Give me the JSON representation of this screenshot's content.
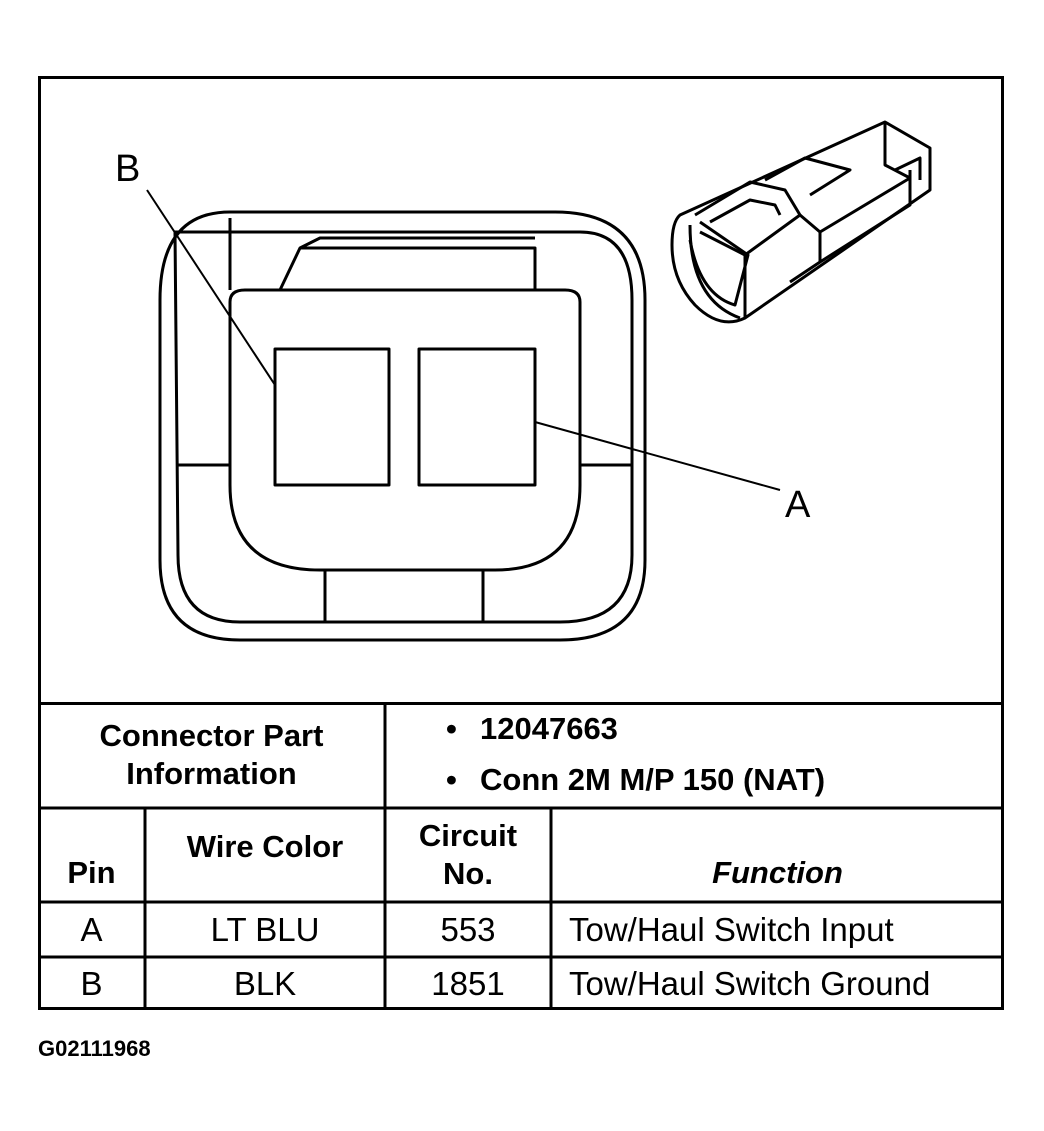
{
  "diagram": {
    "labels": {
      "pin_b": "B",
      "pin_a": "A"
    }
  },
  "connector_info": {
    "label_line1": "Connector Part",
    "label_line2": "Information",
    "part_number": "12047663",
    "description": "Conn 2M M/P 150 (NAT)"
  },
  "table": {
    "headers": {
      "pin": "Pin",
      "wire_color": "Wire Color",
      "circuit_line1": "Circuit",
      "circuit_line2": "No.",
      "function": "Function"
    },
    "rows": [
      {
        "pin": "A",
        "wire_color": "LT BLU",
        "circuit": "553",
        "function": "Tow/Haul Switch Input"
      },
      {
        "pin": "B",
        "wire_color": "BLK",
        "circuit": "1851",
        "function": "Tow/Haul Switch Ground"
      }
    ]
  },
  "figure_id": "G02111968"
}
